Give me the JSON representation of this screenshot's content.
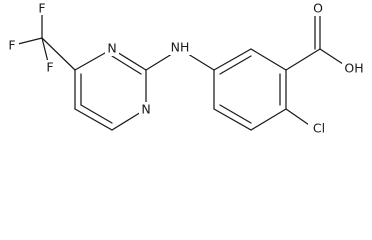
{
  "structure": {
    "line_color": "#1a1a1a",
    "background": "#ffffff",
    "atom_labels": {
      "f_top": "F",
      "f_left": "F",
      "f_bottom": "F",
      "n_top": "N",
      "n_bottom": "N",
      "nh": "NH",
      "o_carbonyl": "O",
      "oh": "OH",
      "cl": "Cl"
    }
  }
}
